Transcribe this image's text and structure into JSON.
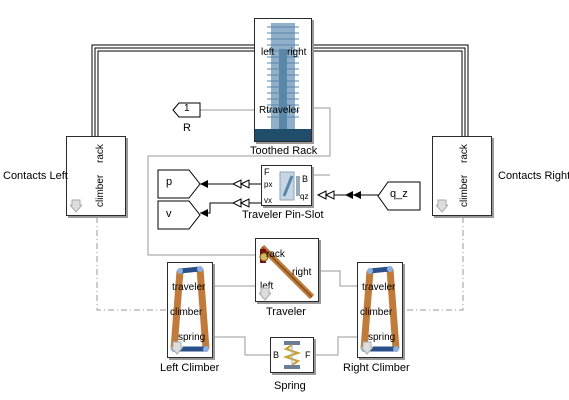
{
  "blocks": {
    "toothed_rack": {
      "caption": "Toothed Rack",
      "port_left": "left",
      "port_right": "right",
      "port_bottom": "Rtraveler"
    },
    "const_R": {
      "value": "1",
      "caption": "R"
    },
    "contacts_left": {
      "caption": "Contacts Left",
      "port_rack": "rack",
      "port_climber": "climber"
    },
    "contacts_right": {
      "caption": "Contacts Right",
      "port_rack": "rack",
      "port_climber": "climber"
    },
    "pin_slot": {
      "caption": "Traveler Pin-Slot",
      "port_F": "F",
      "port_B": "B",
      "port_px": "px",
      "port_vx": "vx",
      "port_qz": "qz"
    },
    "out_p": {
      "label": "p"
    },
    "out_v": {
      "label": "v"
    },
    "in_qz": {
      "label": "q_z"
    },
    "traveler": {
      "caption": "Traveler",
      "port_rack": "rack",
      "port_right": "right",
      "port_left": "left"
    },
    "left_climber": {
      "caption": "Left Climber",
      "port_traveler": "traveler",
      "port_climber": "climber",
      "port_spring": "spring"
    },
    "right_climber": {
      "caption": "Right Climber",
      "port_traveler": "traveler",
      "port_climber": "climber",
      "port_spring": "spring"
    },
    "spring": {
      "caption": "Spring",
      "port_B": "B",
      "port_F": "F"
    }
  },
  "colors": {
    "line": "#9a9a9a",
    "bus": "#000000",
    "rack_fill": "#8fb0c8",
    "rack_dark": "#1f4d6b",
    "arm_fill": "#c07a3a",
    "arm_dark": "#6a3a12",
    "link_blue": "#2a4f8a",
    "traveler_red": "#7a1010"
  }
}
